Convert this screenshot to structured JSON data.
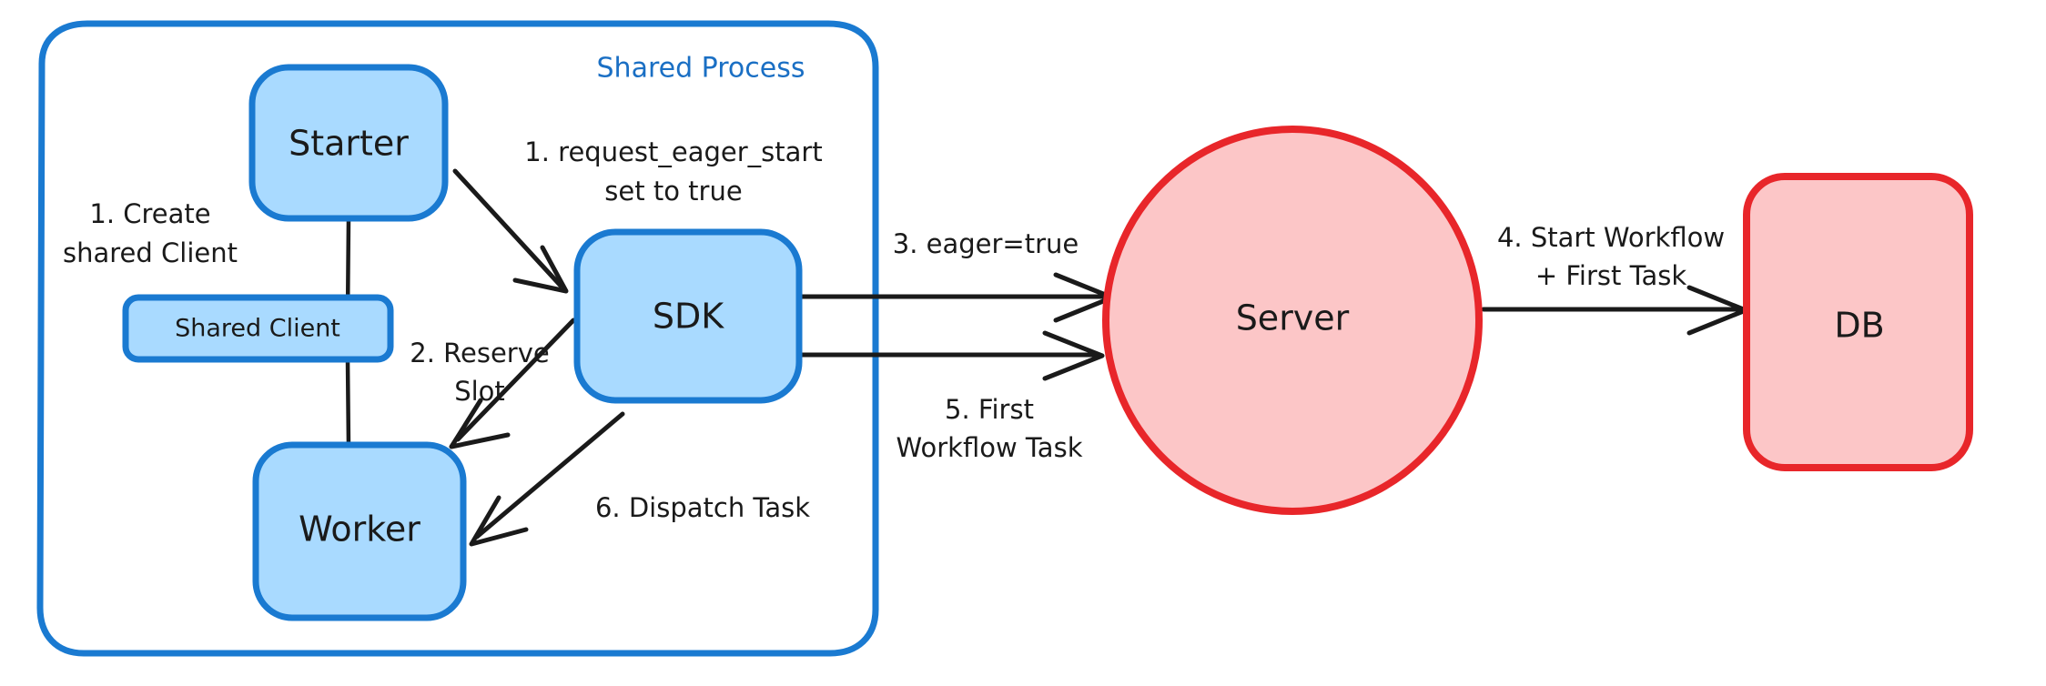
{
  "diagram": {
    "title": "Eager Workflow Start Flow",
    "colors": {
      "blue_fill": "#a9daff",
      "blue_stroke": "#1a7ad1",
      "red_fill": "#fcc6c7",
      "red_stroke": "#e8262a",
      "ink": "#1a1a1a",
      "group_label": "#1a6fc4",
      "background": "#ffffff"
    },
    "groups": [
      {
        "id": "shared-process",
        "label": "Shared Process",
        "shape": "rounded-rect",
        "stroke": "#1a7ad1",
        "fill": "none"
      }
    ],
    "nodes": [
      {
        "id": "starter",
        "label": "Starter",
        "shape": "rounded-rect",
        "style": "blue"
      },
      {
        "id": "shared-client",
        "label": "Shared Client",
        "shape": "rounded-rect",
        "style": "blue"
      },
      {
        "id": "worker",
        "label": "Worker",
        "shape": "rounded-rect",
        "style": "blue"
      },
      {
        "id": "sdk",
        "label": "SDK",
        "shape": "rounded-rect",
        "style": "blue"
      },
      {
        "id": "server",
        "label": "Server",
        "shape": "ellipse",
        "style": "red"
      },
      {
        "id": "db",
        "label": "DB",
        "shape": "rounded-rect",
        "style": "red"
      }
    ],
    "edges": [
      {
        "id": "e1",
        "from": "starter",
        "to": "shared-client",
        "label": "1. Create\nshared Client",
        "label_lines": [
          "1. Create",
          "shared Client"
        ],
        "arrow": false
      },
      {
        "id": "e2",
        "from": "shared-client",
        "to": "worker",
        "label": "",
        "label_lines": [],
        "arrow": false
      },
      {
        "id": "e3",
        "from": "starter",
        "to": "sdk",
        "label": "1. request_eager_start\nset to true",
        "label_lines": [
          "1. request_eager_start",
          "set to true"
        ],
        "arrow": true
      },
      {
        "id": "e4",
        "from": "sdk",
        "to": "worker",
        "label": "2. Reserve\nSlot",
        "label_lines": [
          "2. Reserve",
          "Slot"
        ],
        "arrow": true
      },
      {
        "id": "e5",
        "from": "sdk",
        "to": "server",
        "label": "3. eager=true",
        "label_lines": [
          "3. eager=true"
        ],
        "arrow": true
      },
      {
        "id": "e6",
        "from": "server",
        "to": "db",
        "label": "4. Start Workflow\n+ First Task",
        "label_lines": [
          "4. Start Workflow",
          "+ First Task"
        ],
        "arrow": true
      },
      {
        "id": "e7",
        "from": "sdk",
        "to": "server",
        "label": "5. First\nWorkflow Task",
        "label_lines": [
          "5. First",
          "Workflow Task"
        ],
        "arrow": true
      },
      {
        "id": "e8",
        "from": "sdk",
        "to": "worker",
        "label": "6. Dispatch Task",
        "label_lines": [
          "6. Dispatch Task"
        ],
        "arrow": true
      }
    ],
    "labels": {
      "starter": "Starter",
      "shared_client": "Shared Client",
      "worker": "Worker",
      "sdk": "SDK",
      "server": "Server",
      "db": "DB",
      "shared_process": "Shared Process",
      "e1_l1": "1. Create",
      "e1_l2": "shared Client",
      "e3_l1": "1. request_eager_start",
      "e3_l2": "set to true",
      "e4_l1": "2. Reserve",
      "e4_l2": "Slot",
      "e5_l1": "3. eager=true",
      "e6_l1": "4. Start Workflow",
      "e6_l2": "+ First Task",
      "e7_l1": "5. First",
      "e7_l2": "Workflow Task",
      "e8_l1": "6. Dispatch Task"
    }
  }
}
